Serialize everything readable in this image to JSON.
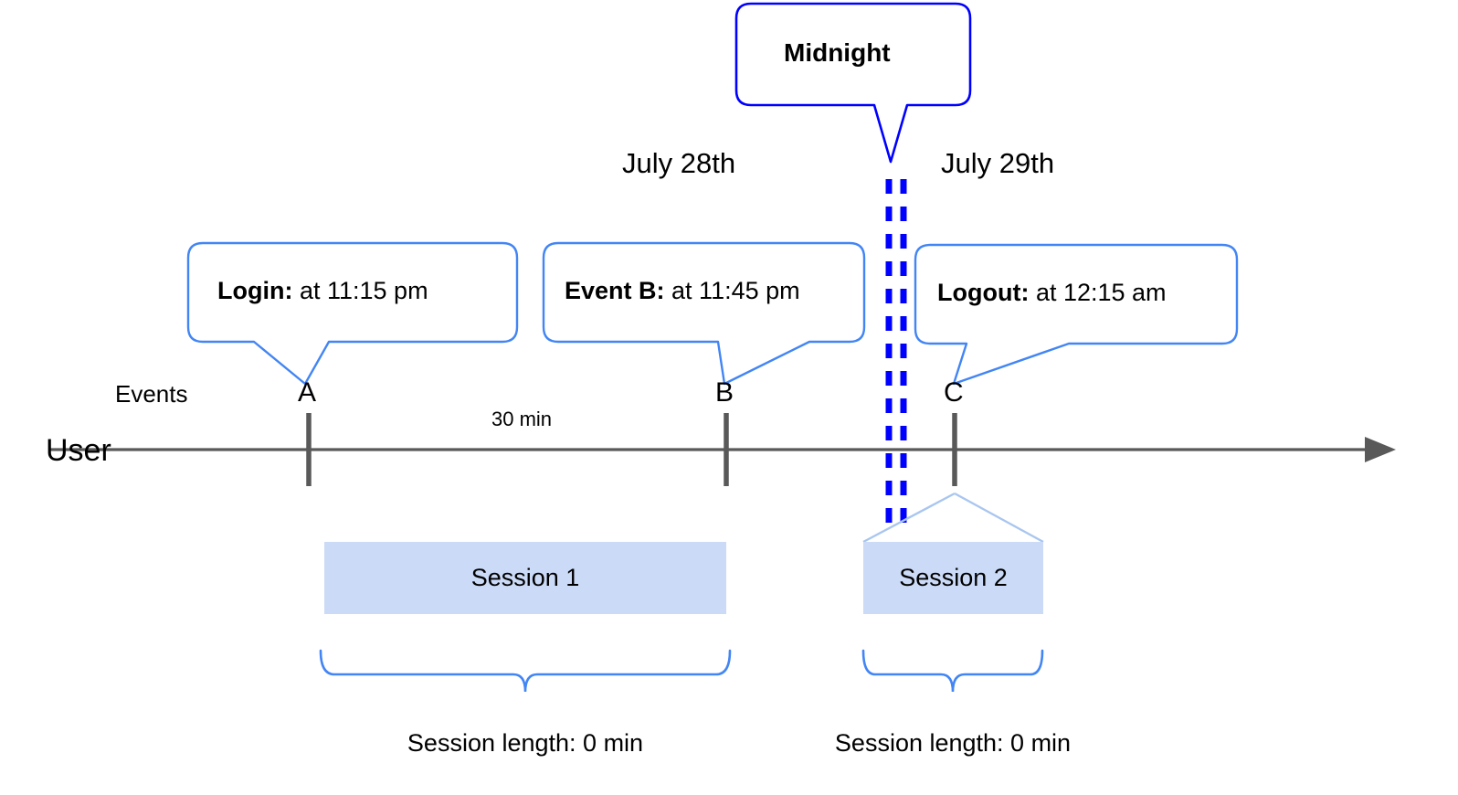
{
  "diagram": {
    "title": "User session timeline across midnight",
    "colors": {
      "callout_border": "#4285F4",
      "midnight_border": "#0000FF",
      "midnight_dashed_line": "#0000FF",
      "axis": "#595959",
      "tick": "#595959",
      "session_fill": "#CBDAF7",
      "brace": "#4285F4",
      "connector": "#A9C6F0",
      "text": "#000000",
      "background": "#FFFFFF"
    },
    "midnight_callout": {
      "label": "Midnight"
    },
    "date_labels": [
      {
        "text": "July 28th"
      },
      {
        "text": "July 29th"
      }
    ],
    "callouts": [
      {
        "bold": "Login:",
        "rest": " at 11:15 pm",
        "points_to": "A"
      },
      {
        "bold": "Event B:",
        "rest": " at 11:45 pm",
        "points_to": "B"
      },
      {
        "bold": "Logout:",
        "rest": " at 12:15 am",
        "points_to": "C"
      }
    ],
    "row_labels": {
      "events": "Events",
      "user": "User"
    },
    "events": [
      {
        "letter": "A"
      },
      {
        "letter": "B"
      },
      {
        "letter": "C"
      }
    ],
    "interval_label": "30 min",
    "sessions": [
      {
        "name": "Session 1",
        "length_label": "Session length: 0 min"
      },
      {
        "name": "Session 2",
        "length_label": "Session length: 0 min"
      }
    ]
  }
}
